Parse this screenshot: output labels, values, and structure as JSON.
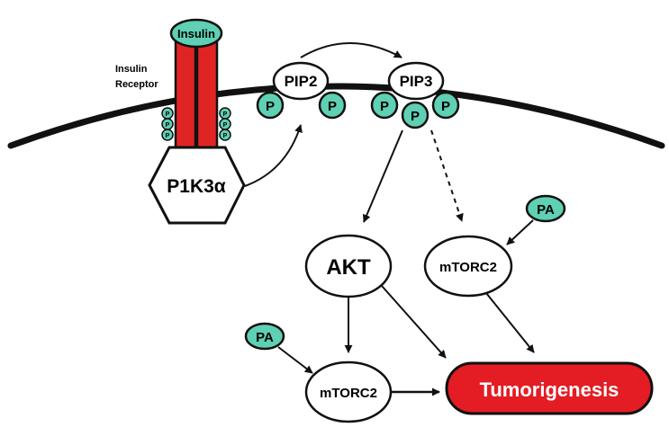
{
  "colors": {
    "receptor_red": "#e02424",
    "phosphate_teal": "#5fd0b4",
    "outcome_red": "#e31d23",
    "stroke": "#111111",
    "white": "#ffffff"
  },
  "receptor": {
    "ligand_label": "Insulin",
    "label_line1": "Insulin",
    "label_line2": "Receptor",
    "phospho_label": "P"
  },
  "kinase": {
    "label": "P1K3α"
  },
  "pip2": {
    "label": "PIP2",
    "phosphate_label": "P"
  },
  "pip3": {
    "label": "PIP3",
    "phosphate_label": "P"
  },
  "akt": {
    "label": "AKT"
  },
  "mtorc2_right": {
    "label": "mTORC2"
  },
  "mtorc2_left": {
    "label": "mTORC2"
  },
  "pa_right": {
    "label": "PA"
  },
  "pa_left": {
    "label": "PA"
  },
  "outcome": {
    "label": "Tumorigenesis"
  }
}
